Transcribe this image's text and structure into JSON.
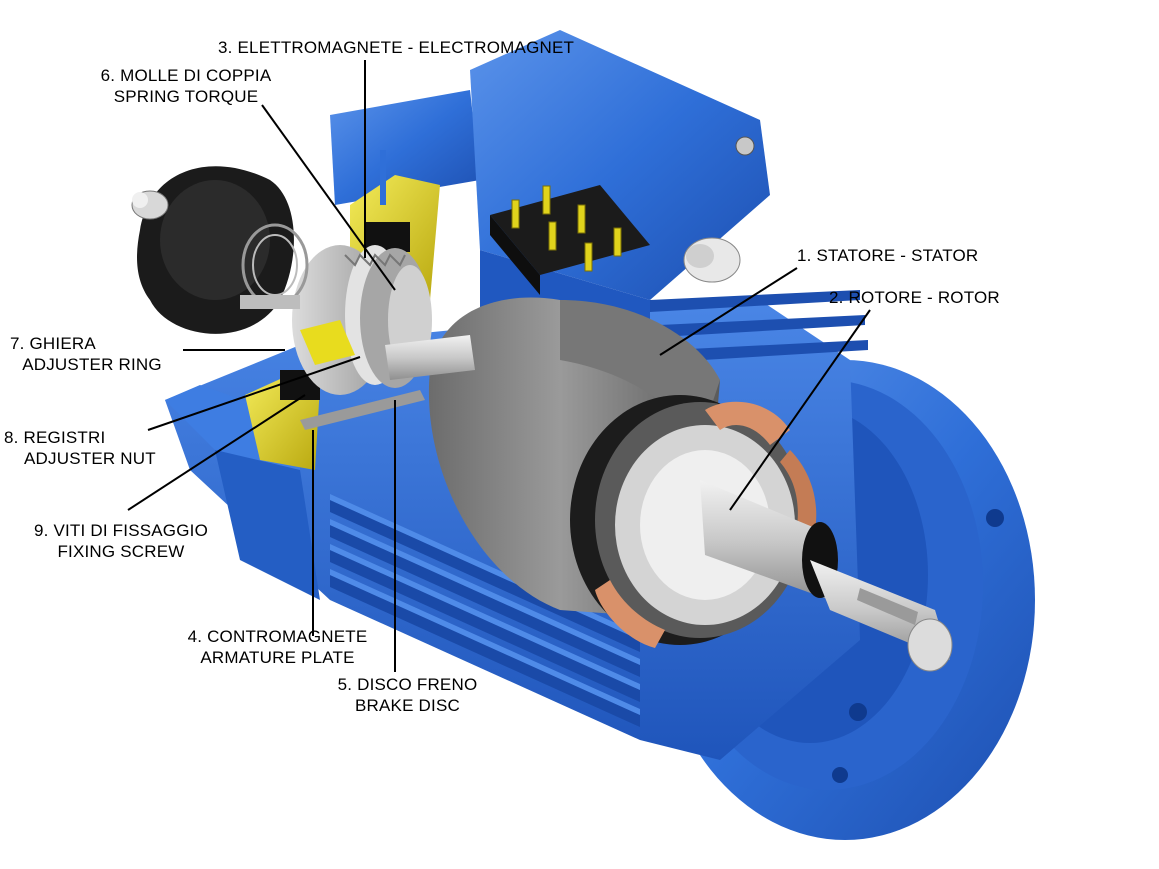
{
  "labels": {
    "l3": "3. ELETTROMAGNETE - ELECTROMAGNET",
    "l6a": "6. MOLLE DI COPPIA",
    "l6b": "SPRING TORQUE",
    "l1": "1. STATORE - STATOR",
    "l2": "2. ROTORE - ROTOR",
    "l7a": "7. GHIERA",
    "l7b": "ADJUSTER RING",
    "l8a": "8. REGISTRI",
    "l8b": "ADJUSTER NUT",
    "l9a": "9. VITI DI FISSAGGIO",
    "l9b": "FIXING SCREW",
    "l4a": "4. CONTROMAGNETE",
    "l4b": "ARMATURE PLATE",
    "l5a": "5. DISCO FRENO",
    "l5b": "BRAKE DISC"
  },
  "colors": {
    "housing": "#2f6fd8",
    "housing_dark": "#1d4fb0",
    "housing_light": "#5b93ea",
    "yellow": "#e8dc1e",
    "copper": "#d9916a",
    "steel": "#b8b8b8",
    "black": "#1b1b1b"
  }
}
